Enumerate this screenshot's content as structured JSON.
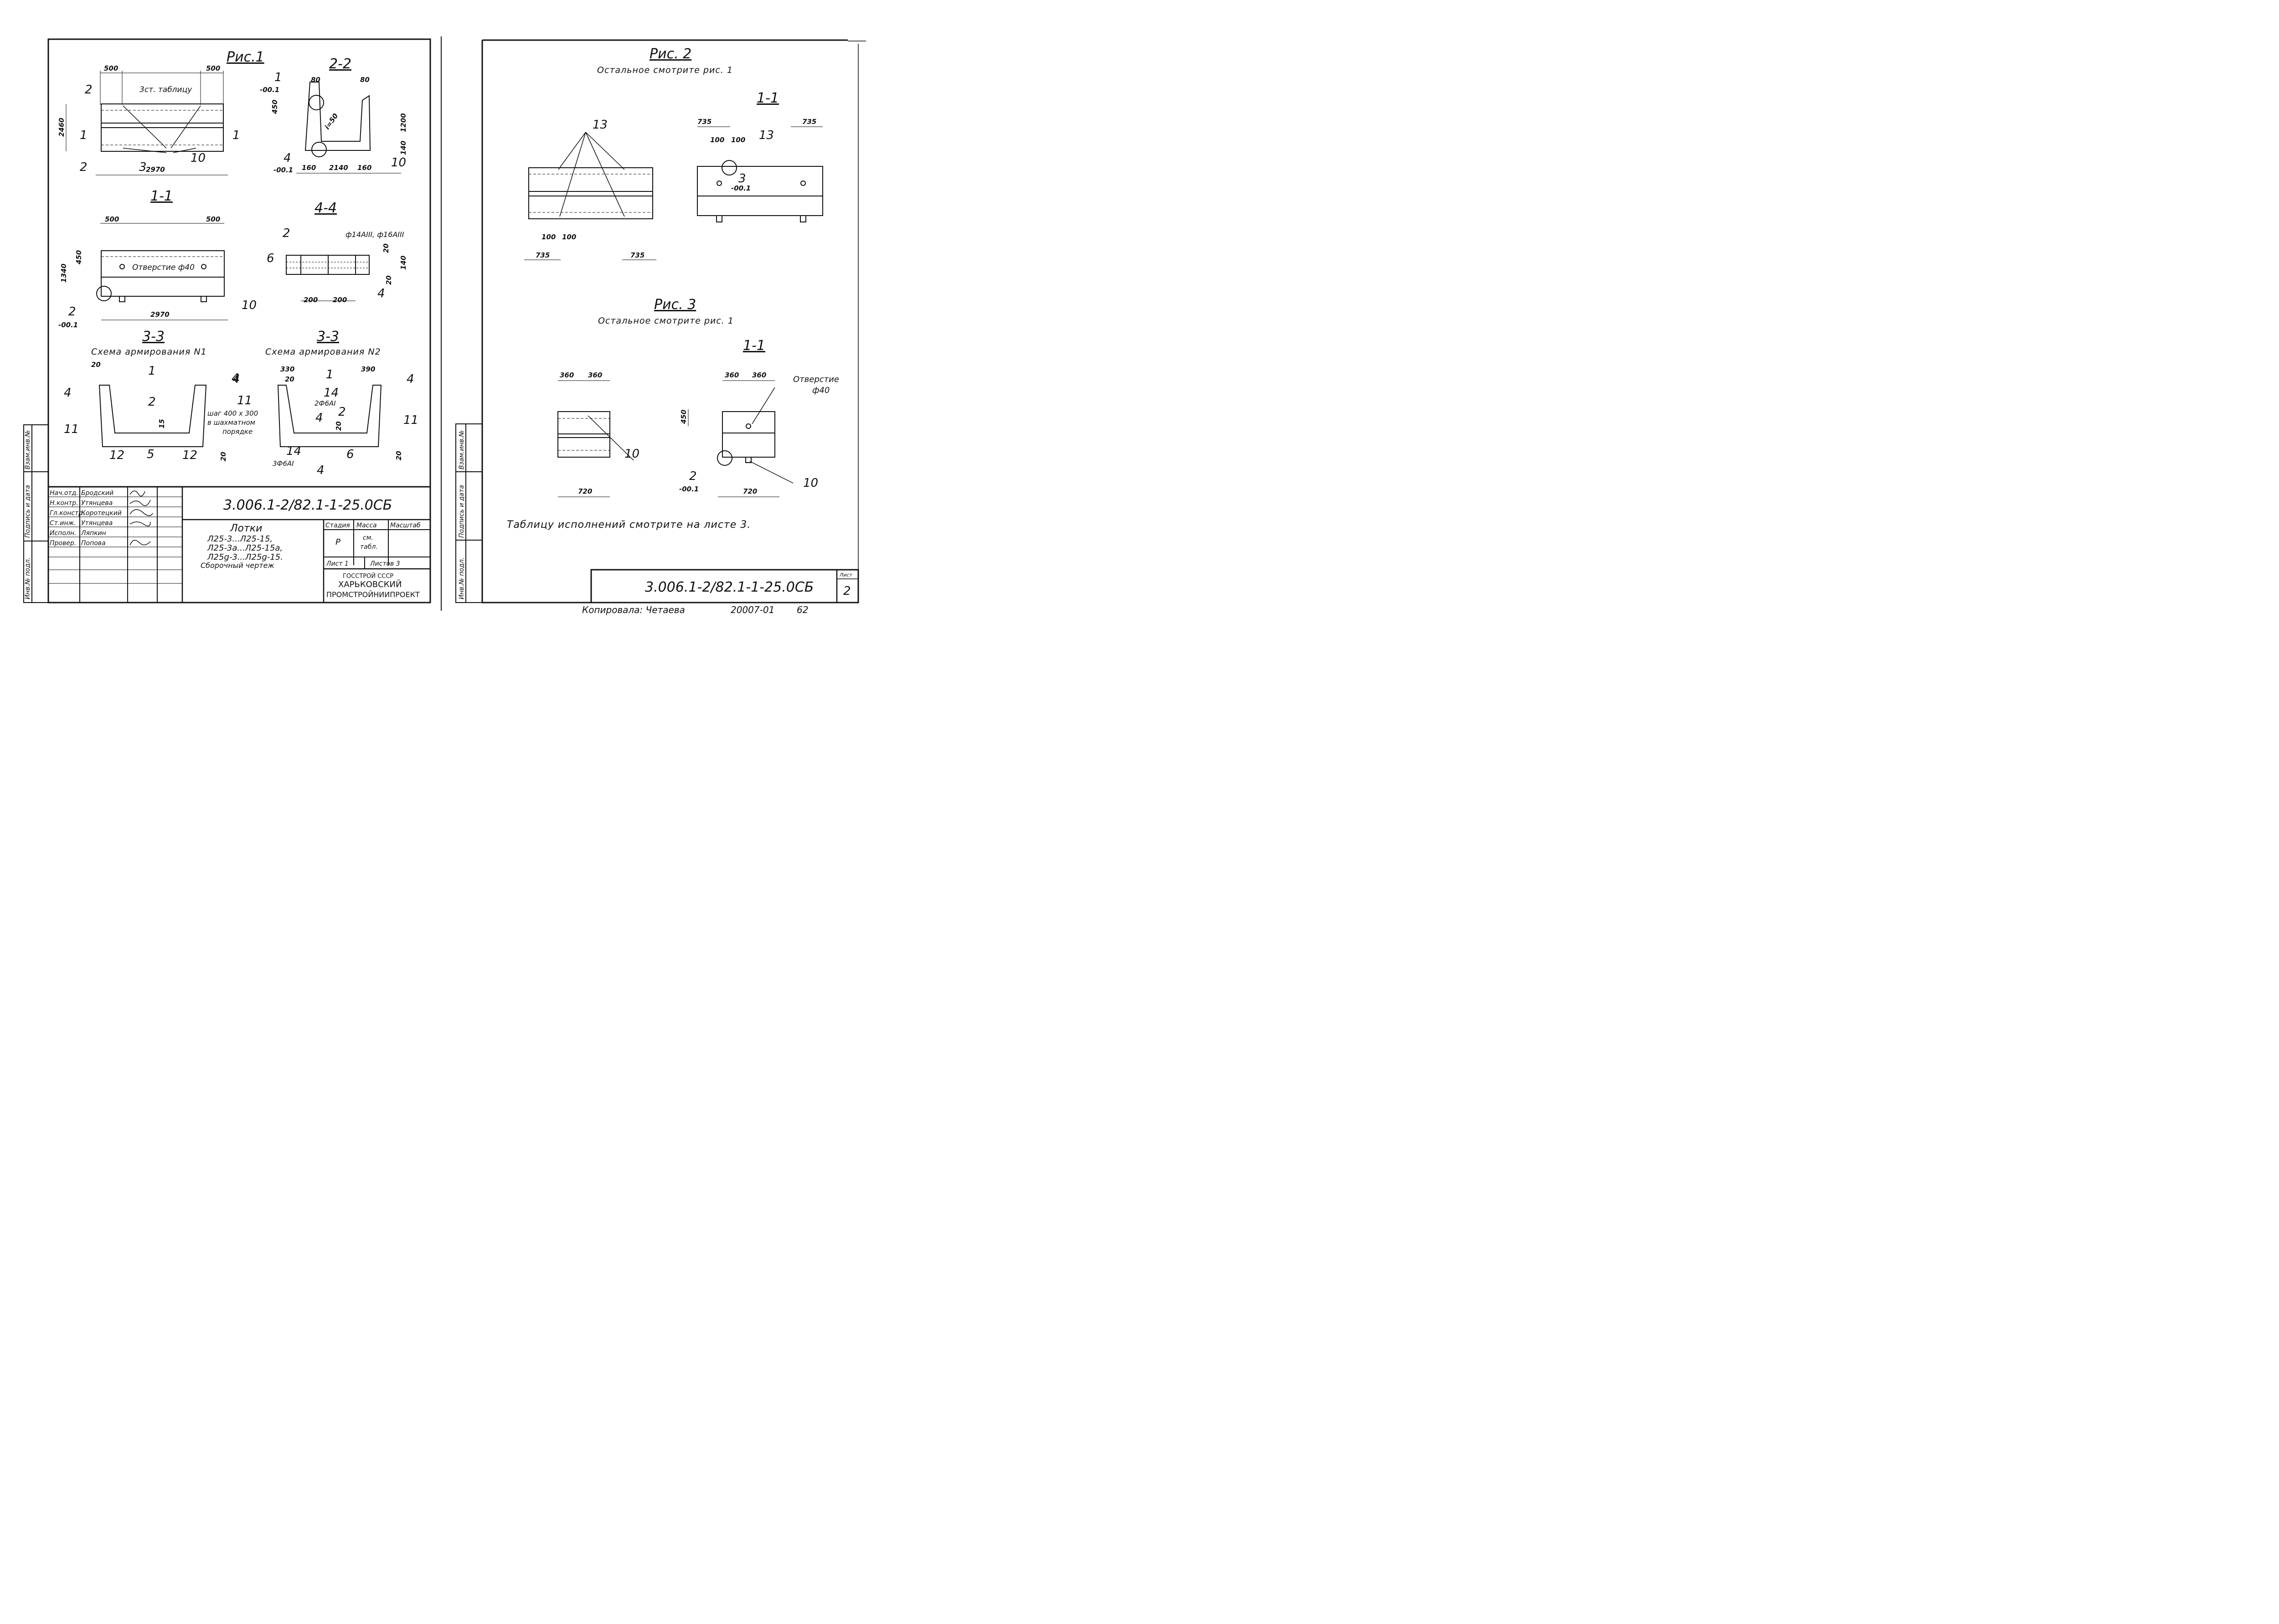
{
  "sheet1": {
    "fig1": {
      "title": "Рис.1",
      "dims": {
        "d500a": "500",
        "d500b": "500",
        "d2460": "2460",
        "d2970": "2970"
      },
      "note_3": "3ст. таблицу",
      "cut_2": "2",
      "cut_1": "1",
      "cut_1r": "1",
      "cut_2b": "2",
      "cut_3b": "3",
      "callout_10": "10"
    },
    "sec22": {
      "title": "2-2",
      "dims": {
        "d80a": "80",
        "d80b": "80",
        "d450": "450",
        "d1200": "1200",
        "d140": "140",
        "d160a": "160",
        "d2140": "2140",
        "d160b": "160",
        "slope": "i=50"
      },
      "c1": "1",
      "c1_level": "-00.1",
      "c4": "4",
      "c4_level": "-00.1",
      "c10": "10"
    },
    "sec11": {
      "title": "1-1",
      "dims": {
        "d500a": "500",
        "d500b": "500",
        "d450": "450",
        "d1340": "1340",
        "d2970": "2970"
      },
      "hole": "Отверстие ф40",
      "c2": "2",
      "c2_level": "-00.1",
      "c10": "10"
    },
    "sec44": {
      "title": "4-4",
      "rebar_note": "ф14АIII, ф16АIII",
      "c2": "2",
      "c6": "6",
      "c4": "4",
      "dims": {
        "d200a": "200",
        "d200b": "200",
        "d20": "20",
        "d140": "140",
        "d20b": "20"
      }
    },
    "sec33a": {
      "title": "3-3",
      "sub": "Схема армирования N1",
      "c1": "1",
      "c2": "2",
      "c4l": "4",
      "c4r": "4",
      "c11l": "11",
      "c11r": "11",
      "c12l": "12",
      "c5": "5",
      "c12r": "12",
      "d20": "20",
      "d15": "15",
      "d20b": "20",
      "note": [
        "шаг 400 х 300",
        "в шахматном",
        "порядке"
      ]
    },
    "sec33b": {
      "title": "3-3",
      "sub": "Схема армирования N2",
      "d330": "330",
      "d20": "20",
      "d390": "390",
      "c1": "1",
      "c14": "14",
      "c2f6": "2Ф6АI",
      "c2": "2",
      "c4m": "4",
      "c20": "20",
      "c4l": "4",
      "c4r": "4",
      "c11": "11",
      "c14b": "14",
      "c3f6": "3Ф6АI",
      "c4b": "4",
      "c6": "6",
      "d20b": "20"
    },
    "side_stamp": [
      "Инв.№ подл.",
      "Подпись и дата",
      "Взам.инв.№"
    ],
    "title_block": {
      "roles": [
        "Нач.отд.",
        "Н.контр.",
        "Гл.констр.",
        "Ст.инж.",
        "Исполн.",
        "Провер."
      ],
      "names": [
        "Бродский",
        "Утянцева",
        "Коротецкий",
        "Утянцева",
        "Ляпкин",
        "Попова"
      ],
      "code": "3.006.1-2/82.1-1-25.0СБ",
      "name_title": "Лотки",
      "name_lines": [
        "Л25-3...Л25-15,",
        "Л25-3а...Л25-15а,",
        "Л25g-3...Л25g-15.",
        "Сборочный чертеж"
      ],
      "stage_h": "Стадия",
      "mass_h": "Масса",
      "scale_h": "Масштаб",
      "stage_v": "Р",
      "mass_v1": "см.",
      "mass_v2": "табл.",
      "sheet": "Лист 1",
      "sheets": "Листов 3",
      "org": [
        "ГОССТРОЙ СССР",
        "ХАРЬКОВСКИЙ",
        "ПРОМСТРОЙНИИПРОЕКТ"
      ]
    }
  },
  "sheet2": {
    "fig2": {
      "title": "Рис. 2",
      "sub": "Остальное смотрите рис. 1"
    },
    "left": {
      "c13": "13",
      "d100a": "100",
      "d100b": "100",
      "d735a": "735",
      "d735b": "735"
    },
    "sec11a": {
      "title": "1-1",
      "d735a": "735",
      "d735b": "735",
      "d100a": "100",
      "d100b": "100",
      "c13": "13",
      "c3": "3",
      "c3_level": "-00.1"
    },
    "fig3": {
      "title": "Рис. 3",
      "sub": "Остальное смотрите рис. 1"
    },
    "left3": {
      "d360a": "360",
      "d360b": "360",
      "d720": "720",
      "c10": "10"
    },
    "sec11b": {
      "title": "1-1",
      "d360a": "360",
      "d360b": "360",
      "d450": "450",
      "d720": "720",
      "hole1": "Отверстие",
      "hole2": "ф40",
      "c2": "2",
      "c2_level": "-00.1",
      "c10": "10"
    },
    "note": "Таблицу исполнений смотрите на листе 3.",
    "side_stamp": [
      "Инв.№ подл.",
      "Подпись и дата",
      "Взам.инв.№"
    ],
    "code": "3.006.1-2/82.1-1-25.0СБ",
    "sheet_label": "Лист",
    "sheet_no": "2",
    "copied": "Копировала: Четаева",
    "order": "20007-01",
    "page": "62"
  }
}
